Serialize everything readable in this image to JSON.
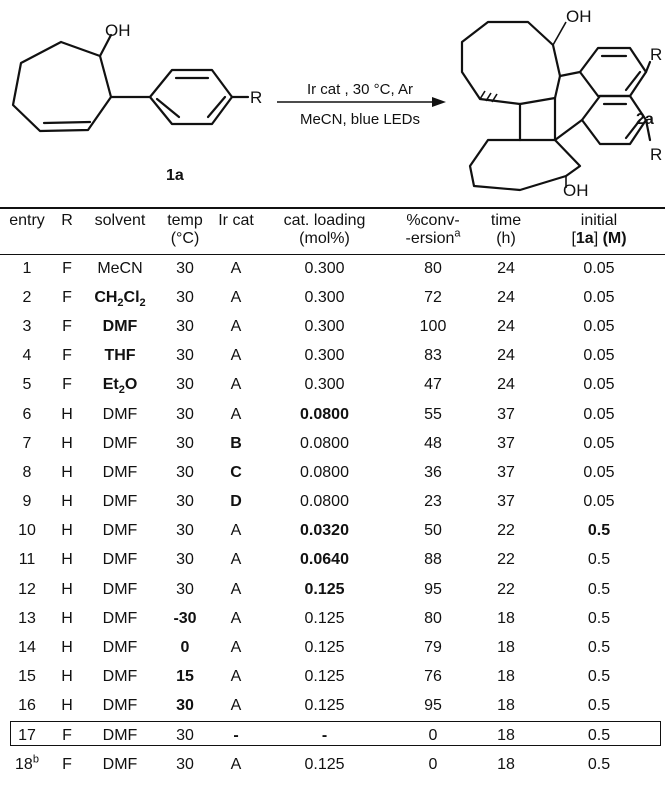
{
  "scheme": {
    "reactant_oh": "OH",
    "reactant_r": "R",
    "reactant_label": "1a",
    "conditions_top": "Ir cat , 30 °C, Ar",
    "conditions_bottom": "MeCN, blue LEDs",
    "product_oh_top": "OH",
    "product_oh_bottom": "OH",
    "product_r_top": "R",
    "product_r_bottom": "R",
    "product_label": "2a"
  },
  "table": {
    "headers": {
      "entry": "entry",
      "r": "R",
      "solvent": "solvent",
      "temp_l1": "temp",
      "temp_l2": "(°C)",
      "ircat": "Ir cat",
      "loading_l1": "cat. loading",
      "loading_l2": "(mol%)",
      "conv_l1": "%conv-",
      "conv_l2": "-ersion",
      "conv_sup": "a",
      "time_l1": "time",
      "time_l2": "(h)",
      "initial_l1": "initial",
      "initial_l2": "[1a] (M)"
    },
    "rows": [
      {
        "entry": "1",
        "r": "F",
        "solvent": "MeCN",
        "temp": "30",
        "cat": "A",
        "loading": "0.300",
        "conv": "80",
        "time": "24",
        "initial": "0.05"
      },
      {
        "entry": "2",
        "r": "F",
        "solvent": "CH2Cl2",
        "temp": "30",
        "cat": "A",
        "loading": "0.300",
        "conv": "72",
        "time": "24",
        "initial": "0.05"
      },
      {
        "entry": "3",
        "r": "F",
        "solvent": "DMF",
        "temp": "30",
        "cat": "A",
        "loading": "0.300",
        "conv": "100",
        "time": "24",
        "initial": "0.05"
      },
      {
        "entry": "4",
        "r": "F",
        "solvent": "THF",
        "temp": "30",
        "cat": "A",
        "loading": "0.300",
        "conv": "83",
        "time": "24",
        "initial": "0.05"
      },
      {
        "entry": "5",
        "r": "F",
        "solvent": "Et2O",
        "temp": "30",
        "cat": "A",
        "loading": "0.300",
        "conv": "47",
        "time": "24",
        "initial": "0.05"
      },
      {
        "entry": "6",
        "r": "H",
        "solvent": "DMF",
        "temp": "30",
        "cat": "A",
        "loading": "0.0800",
        "conv": "55",
        "time": "37",
        "initial": "0.05"
      },
      {
        "entry": "7",
        "r": "H",
        "solvent": "DMF",
        "temp": "30",
        "cat": "B",
        "loading": "0.0800",
        "conv": "48",
        "time": "37",
        "initial": "0.05"
      },
      {
        "entry": "8",
        "r": "H",
        "solvent": "DMF",
        "temp": "30",
        "cat": "C",
        "loading": "0.0800",
        "conv": "36",
        "time": "37",
        "initial": "0.05"
      },
      {
        "entry": "9",
        "r": "H",
        "solvent": "DMF",
        "temp": "30",
        "cat": "D",
        "loading": "0.0800",
        "conv": "23",
        "time": "37",
        "initial": "0.05"
      },
      {
        "entry": "10",
        "r": "H",
        "solvent": "DMF",
        "temp": "30",
        "cat": "A",
        "loading": "0.0320",
        "conv": "50",
        "time": "22",
        "initial": "0.5"
      },
      {
        "entry": "11",
        "r": "H",
        "solvent": "DMF",
        "temp": "30",
        "cat": "A",
        "loading": "0.0640",
        "conv": "88",
        "time": "22",
        "initial": "0.5"
      },
      {
        "entry": "12",
        "r": "H",
        "solvent": "DMF",
        "temp": "30",
        "cat": "A",
        "loading": "0.125",
        "conv": "95",
        "time": "22",
        "initial": "0.5"
      },
      {
        "entry": "13",
        "r": "H",
        "solvent": "DMF",
        "temp": "-30",
        "cat": "A",
        "loading": "0.125",
        "conv": "80",
        "time": "18",
        "initial": "0.5"
      },
      {
        "entry": "14",
        "r": "H",
        "solvent": "DMF",
        "temp": "0",
        "cat": "A",
        "loading": "0.125",
        "conv": "79",
        "time": "18",
        "initial": "0.5"
      },
      {
        "entry": "15",
        "r": "H",
        "solvent": "DMF",
        "temp": "15",
        "cat": "A",
        "loading": "0.125",
        "conv": "76",
        "time": "18",
        "initial": "0.5"
      },
      {
        "entry": "16",
        "r": "H",
        "solvent": "DMF",
        "temp": "30",
        "cat": "A",
        "loading": "0.125",
        "conv": "95",
        "time": "18",
        "initial": "0.5"
      },
      {
        "entry": "17",
        "r": "F",
        "solvent": "DMF",
        "temp": "30",
        "cat": "-",
        "loading": "-",
        "conv": "0",
        "time": "18",
        "initial": "0.5"
      },
      {
        "entry": "18",
        "entry_sup": "b",
        "r": "F",
        "solvent": "DMF",
        "temp": "30",
        "cat": "A",
        "loading": "0.125",
        "conv": "0",
        "time": "18",
        "initial": "0.5"
      }
    ]
  }
}
